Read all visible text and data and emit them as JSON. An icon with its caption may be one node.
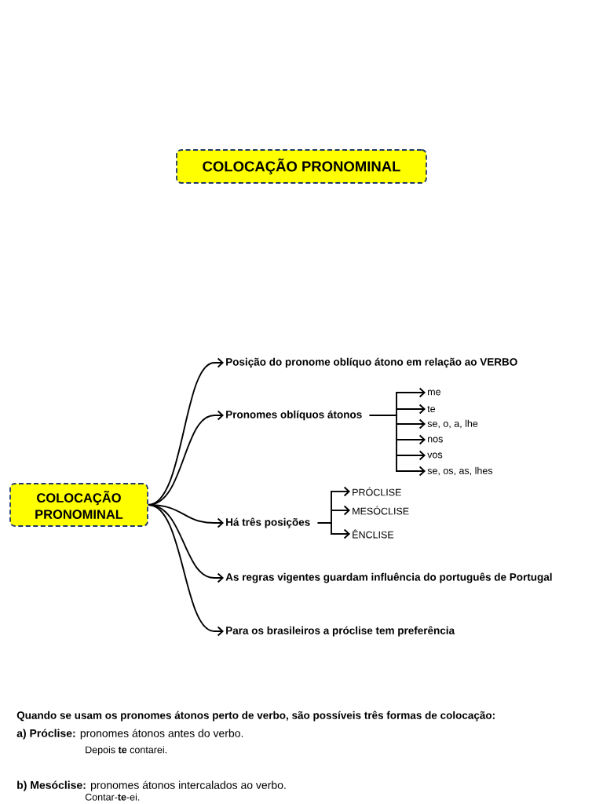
{
  "diagram": {
    "nodes": [
      {
        "text": [
          "COLOCAÇÃO PRONOMINAL"
        ]
      },
      {
        "text": [
          "COLOCAÇÃO PRONOMINAL"
        ]
      },
      {
        "text": [
          "Posição do pronome oblíquo átono em relação ao VERBO"
        ]
      },
      {
        "text": [
          "Pronomes oblíquos átonos"
        ]
      },
      {
        "text": [
          "me"
        ]
      },
      {
        "text": [
          "te"
        ]
      },
      {
        "text": [
          "se, o, a, lhe"
        ]
      },
      {
        "text": [
          "nos"
        ]
      },
      {
        "text": [
          "vos"
        ]
      },
      {
        "text": [
          "se, os, as, lhes"
        ]
      },
      {
        "text": [
          "Há três posições"
        ]
      },
      {
        "text": [
          "PRÓCLISE"
        ]
      },
      {
        "text": [
          "MESÓCLISE"
        ]
      },
      {
        "text": [
          "ÊNCLISE"
        ]
      },
      {
        "text": [
          "As regras vigentes guardam influência do português de Portugal"
        ]
      },
      {
        "text": [
          "Para os brasileiros a próclise tem preferência"
        ]
      }
    ],
    "edges": [
      {
        "from": 1,
        "to": 2,
        "arrow": "to"
      },
      {
        "from": 1,
        "to": 3,
        "arrow": "to"
      },
      {
        "from": 3,
        "to": 4,
        "arrow": "to"
      },
      {
        "from": 3,
        "to": 5,
        "arrow": "to"
      },
      {
        "from": 3,
        "to": 6,
        "arrow": "to"
      },
      {
        "from": 3,
        "to": 7,
        "arrow": "to"
      },
      {
        "from": 3,
        "to": 8,
        "arrow": "to"
      },
      {
        "from": 3,
        "to": 9,
        "arrow": "to"
      },
      {
        "from": 1,
        "to": 10,
        "arrow": "to"
      },
      {
        "from": 10,
        "to": 11,
        "arrow": "to"
      },
      {
        "from": 10,
        "to": 12,
        "arrow": "to"
      },
      {
        "from": 10,
        "to": 13,
        "arrow": "to"
      },
      {
        "from": 1,
        "to": 14,
        "arrow": "to"
      },
      {
        "from": 1,
        "to": 15,
        "arrow": "to"
      }
    ],
    "labels": [
      "Quando se usam os pronomes átonos perto de verbo, são possíveis três formas de colocação:",
      "**a) Próclise:** pronomes átonos antes do verbo.",
      "Depois **te** contarei.",
      "**b) Mesóclise:** pronomes átonos intercalados ao verbo.",
      "Contar-**te**-ei."
    ]
  }
}
